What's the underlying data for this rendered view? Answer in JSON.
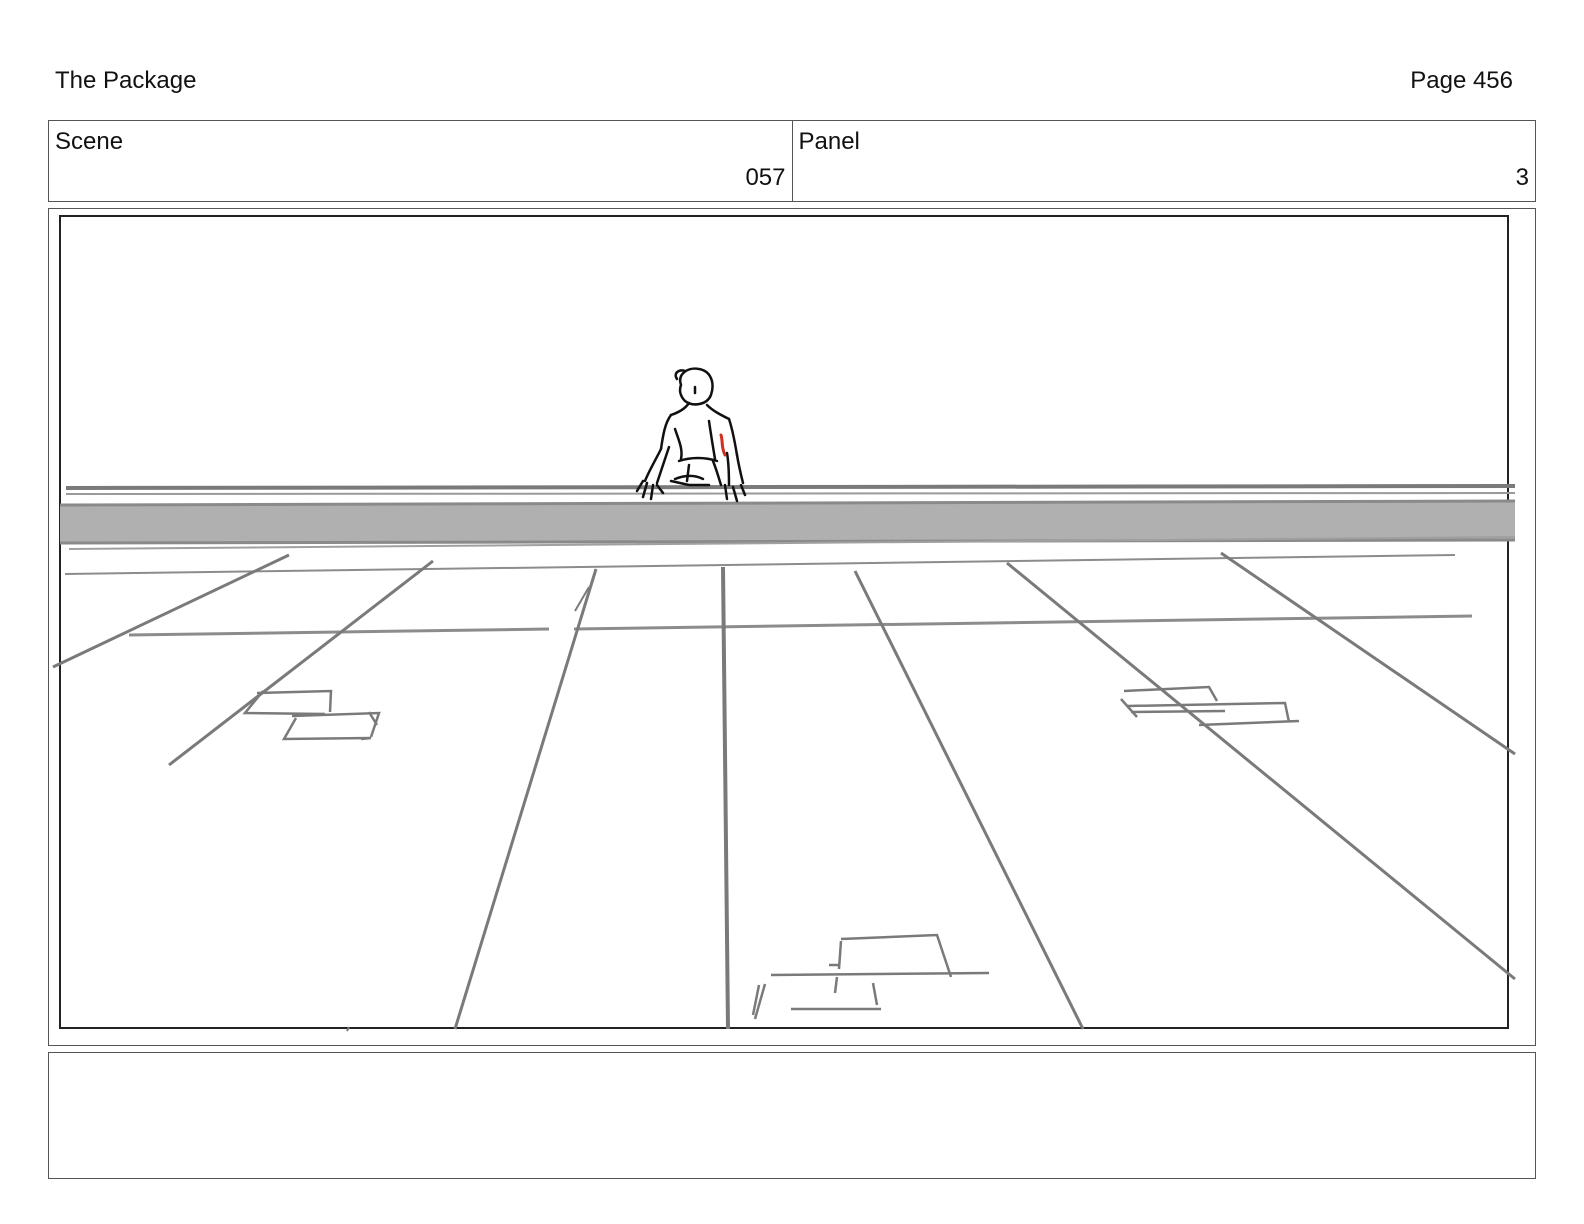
{
  "header": {
    "title": "The Package",
    "page": "Page 456"
  },
  "scene": {
    "label": "Scene",
    "value": "057"
  },
  "panel": {
    "label": "Panel",
    "value": "3"
  },
  "notes": {
    "text": ""
  },
  "colors": {
    "frame_border": "#555555",
    "sketch_line": "#7a7a7a",
    "wall_band": "#b0b0b0",
    "figure_line": "#111111",
    "accent_mark": "#d03020"
  }
}
